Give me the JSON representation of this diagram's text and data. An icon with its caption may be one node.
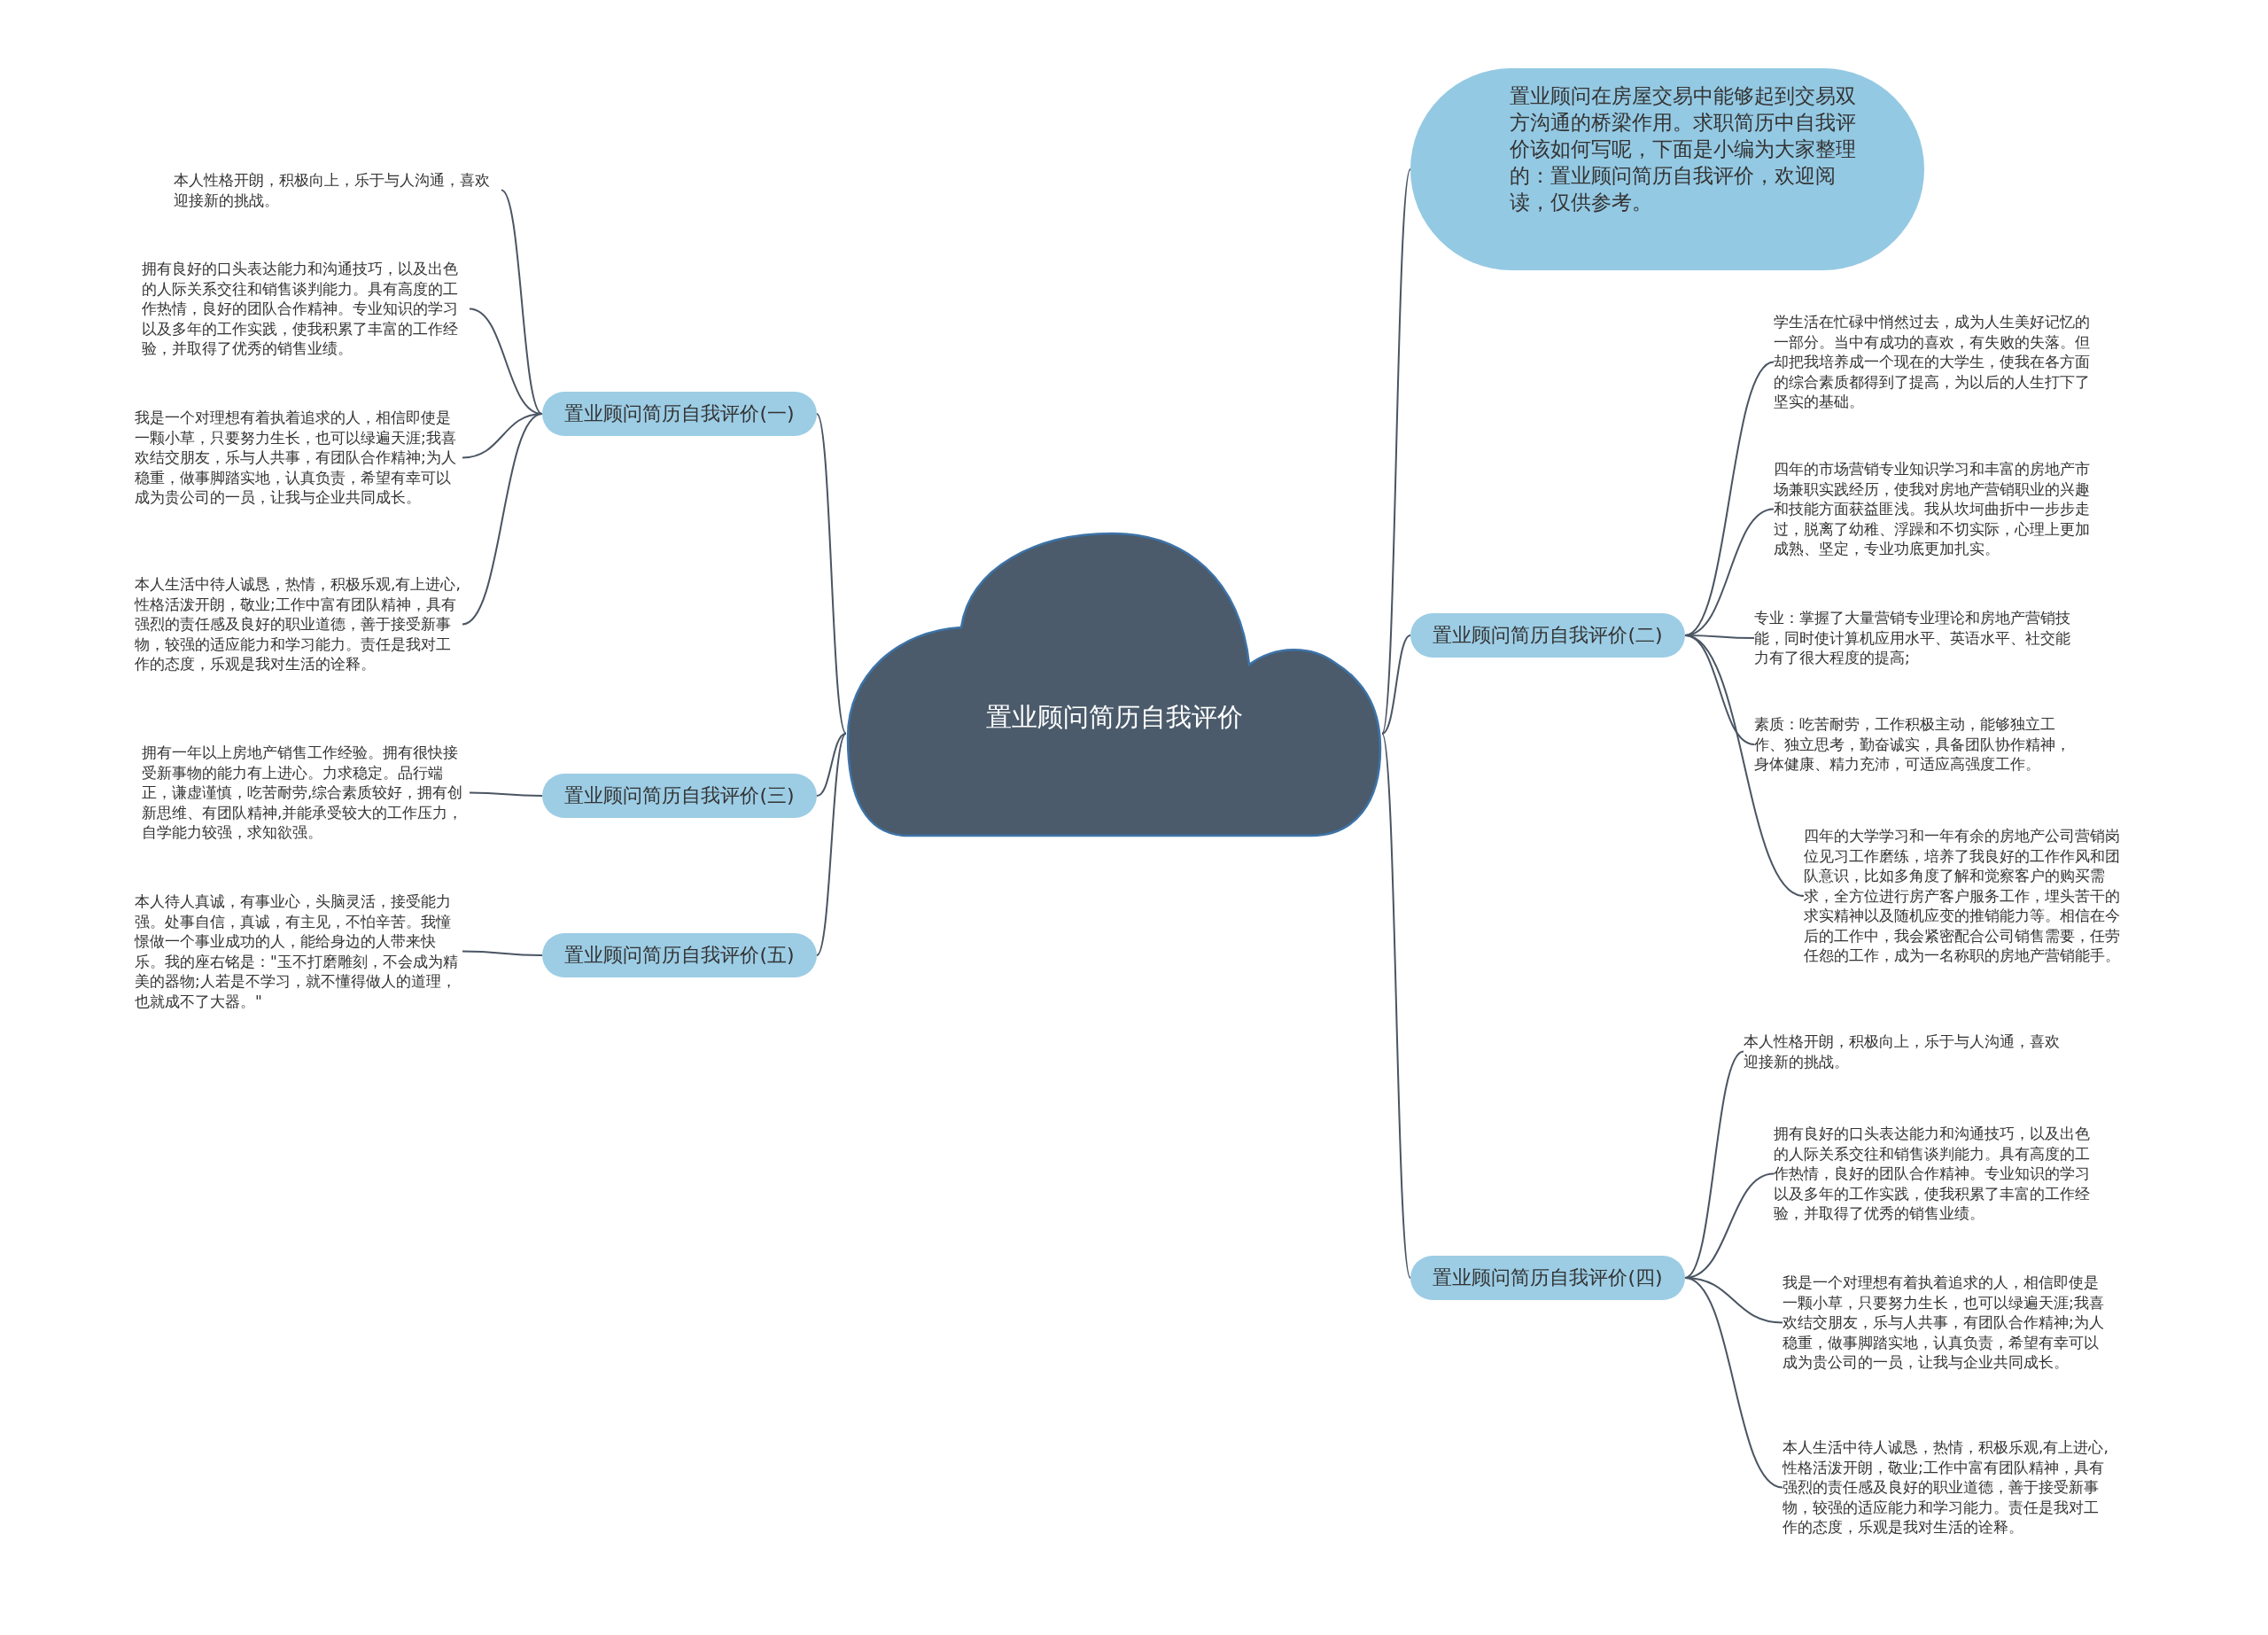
{
  "diagram": {
    "nodes": [
      {
        "text": [
          "置业顾问简历自我评价"
        ]
      },
      {
        "text": [
          "置业顾问在房屋交易中能够起到交易双方沟通的桥梁作用。求职简历中自我评价该如何写呢，下面是小编为大家整理的：置业顾问简历自我评价，欢迎阅读，仅供参考。"
        ]
      },
      {
        "text": [
          "置业顾问简历自我评价(一)"
        ]
      },
      {
        "text": [
          "本人性格开朗，积极向上，乐于与人沟通，喜欢迎接新的挑战。"
        ]
      },
      {
        "text": [
          "拥有良好的口头表达能力和沟通技巧，以及出色的人际关系交往和销售谈判能力。具有高度的工作热情，良好的团队合作精神。专业知识的学习以及多年的工作实践，使我积累了丰富的工作经验，并取得了优秀的销售业绩。"
        ]
      },
      {
        "text": [
          "我是一个对理想有着执着追求的人，相信即使是一颗小草，只要努力生长，也可以绿遍天涯;我喜欢结交朋友，乐与人共事，有团队合作精神;为人稳重，做事脚踏实地，认真负责，希望有幸可以成为贵公司的一员，让我与企业共同成长。"
        ]
      },
      {
        "text": [
          "本人生活中待人诚恳，热情，积极乐观,有上进心,性格活泼开朗，敬业;工作中富有团队精神，具有强烈的责任感及良好的职业道德，善于接受新事物，较强的适应能力和学习能力。责任是我对工作的态度，乐观是我对生活的诠释。"
        ]
      },
      {
        "text": [
          "置业顾问简历自我评价(三)"
        ]
      },
      {
        "text": [
          "拥有一年以上房地产销售工作经验。拥有很快接受新事物的能力有上进心。力求稳定。品行端正，谦虚谨慎，吃苦耐劳,综合素质较好，拥有创新思维、有团队精神,并能承受较大的工作压力，自学能力较强，求知欲强。"
        ]
      },
      {
        "text": [
          "置业顾问简历自我评价(五)"
        ]
      },
      {
        "text": [
          "本人待人真诚，有事业心，头脑灵活，接受能力强。处事自信，真诚，有主见，不怕辛苦。我憧憬做一个事业成功的人，能给身边的人带来快乐。我的座右铭是：\"玉不打磨雕刻，不会成为精美的器物;人若是不学习，就不懂得做人的道理，也就成不了大器。\""
        ]
      },
      {
        "text": [
          "置业顾问简历自我评价(二)"
        ]
      },
      {
        "text": [
          "学生活在忙碌中悄然过去，成为人生美好记忆的一部分。当中有成功的喜欢，有失败的失落。但却把我培养成一个现在的大学生，使我在各方面的综合素质都得到了提高，为以后的人生打下了坚实的基础。"
        ]
      },
      {
        "text": [
          "四年的市场营销专业知识学习和丰富的房地产市场兼职实践经历，使我对房地产营销职业的兴趣和技能方面获益匪浅。我从坎坷曲折中一步步走过，脱离了幼稚、浮躁和不切实际，心理上更加成熟、坚定，专业功底更加扎实。"
        ]
      },
      {
        "text": [
          "专业：掌握了大量营销专业理论和房地产营销技能，同时使计算机应用水平、英语水平、社交能力有了很大程度的提高;"
        ]
      },
      {
        "text": [
          "素质：吃苦耐劳，工作积极主动，能够独立工作、独立思考，勤奋诚实，具备团队协作精神，身体健康、精力充沛，可适应高强度工作。"
        ]
      },
      {
        "text": [
          "四年的大学学习和一年有余的房地产公司营销岗位见习工作磨练，培养了我良好的工作作风和团队意识，比如多角度了解和觉察客户的购买需求，全方位进行房产客户服务工作，埋头苦干的求实精神以及随机应变的推销能力等。相信在今后的工作中，我会紧密配合公司销售需要，任劳任怨的工作，成为一名称职的房地产营销能手。"
        ]
      },
      {
        "text": [
          "置业顾问简历自我评价(四)"
        ]
      },
      {
        "text": [
          "本人性格开朗，积极向上，乐于与人沟通，喜欢迎接新的挑战。"
        ]
      },
      {
        "text": [
          "拥有良好的口头表达能力和沟通技巧，以及出色的人际关系交往和销售谈判能力。具有高度的工作热情，良好的团队合作精神。专业知识的学习以及多年的工作实践，使我积累了丰富的工作经验，并取得了优秀的销售业绩。"
        ]
      },
      {
        "text": [
          "我是一个对理想有着执着追求的人，相信即使是一颗小草，只要努力生长，也可以绿遍天涯;我喜欢结交朋友，乐与人共事，有团队合作精神;为人稳重，做事脚踏实地，认真负责，希望有幸可以成为贵公司的一员，让我与企业共同成长。"
        ]
      },
      {
        "text": [
          "本人生活中待人诚恳，热情，积极乐观,有上进心,性格活泼开朗，敬业;工作中富有团队精神，具有强烈的责任感及良好的职业道德，善于接受新事物，较强的适应能力和学习能力。责任是我对工作的态度，乐观是我对生活的诠释。"
        ]
      }
    ],
    "edges": [
      {
        "from": 0,
        "to": 1,
        "arrow": "none"
      },
      {
        "from": 0,
        "to": 2,
        "arrow": "none"
      },
      {
        "from": 2,
        "to": 3,
        "arrow": "none"
      },
      {
        "from": 2,
        "to": 4,
        "arrow": "none"
      },
      {
        "from": 2,
        "to": 5,
        "arrow": "none"
      },
      {
        "from": 2,
        "to": 6,
        "arrow": "none"
      },
      {
        "from": 0,
        "to": 7,
        "arrow": "none"
      },
      {
        "from": 7,
        "to": 8,
        "arrow": "none"
      },
      {
        "from": 0,
        "to": 9,
        "arrow": "none"
      },
      {
        "from": 9,
        "to": 10,
        "arrow": "none"
      },
      {
        "from": 0,
        "to": 11,
        "arrow": "none"
      },
      {
        "from": 11,
        "to": 12,
        "arrow": "none"
      },
      {
        "from": 11,
        "to": 13,
        "arrow": "none"
      },
      {
        "from": 11,
        "to": 14,
        "arrow": "none"
      },
      {
        "from": 11,
        "to": 15,
        "arrow": "none"
      },
      {
        "from": 11,
        "to": 16,
        "arrow": "none"
      },
      {
        "from": 0,
        "to": 17,
        "arrow": "none"
      },
      {
        "from": 17,
        "to": 18,
        "arrow": "none"
      },
      {
        "from": 17,
        "to": 19,
        "arrow": "none"
      },
      {
        "from": 17,
        "to": 20,
        "arrow": "none"
      },
      {
        "from": 17,
        "to": 21,
        "arrow": "none"
      }
    ]
  }
}
